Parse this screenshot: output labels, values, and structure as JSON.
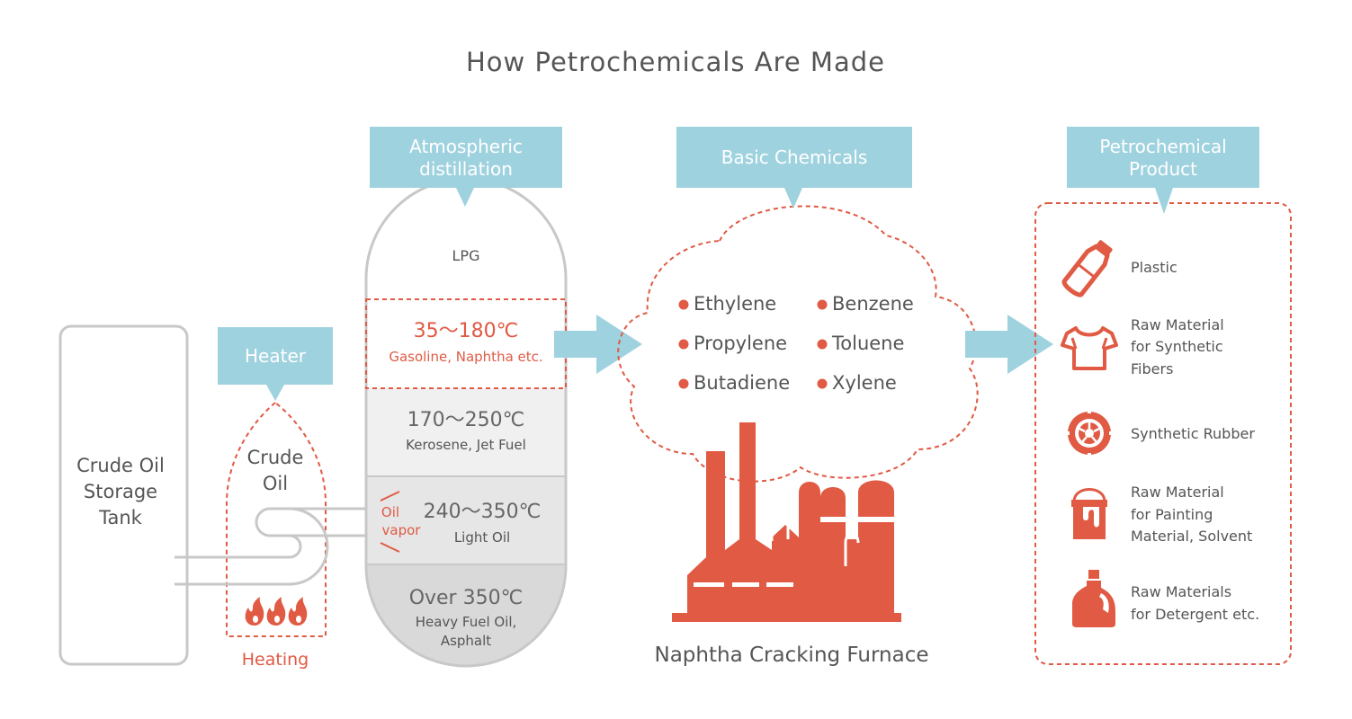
{
  "title": "How Petrochemicals Are Made",
  "colors": {
    "accent": "#e05a44",
    "label_box": "#9fd2df",
    "outline": "#c8c8c8",
    "text": "#555555",
    "band_light": "#f0f0f0",
    "band_mid": "#e6e6e6",
    "band_dark": "#d9d9d9"
  },
  "storage_tank": {
    "line1": "Crude Oil",
    "line2": "Storage",
    "line3": "Tank"
  },
  "heater": {
    "label": "Heater",
    "content_line1": "Crude",
    "content_line2": "Oil",
    "heating": "Heating"
  },
  "distillation": {
    "label_line1": "Atmospheric",
    "label_line2": "distillation",
    "lpg": "LPG",
    "fraction1": {
      "temp": "35～180℃",
      "name": "Gasoline, Naphtha etc."
    },
    "fraction2": {
      "temp": "170～250℃",
      "name": "Kerosene, Jet Fuel"
    },
    "fraction3": {
      "temp": "240～350℃",
      "name": "Light Oil"
    },
    "fraction4": {
      "temp": "Over 350℃",
      "name_line1": "Heavy Fuel Oil,",
      "name_line2": "Asphalt"
    },
    "oil_vapor_line1": "Oil",
    "oil_vapor_line2": "vapor"
  },
  "basic_chemicals": {
    "label": "Basic Chemicals",
    "items": [
      "Ethylene",
      "Benzene",
      "Propylene",
      "Toluene",
      "Butadiene",
      "Xylene"
    ],
    "furnace_label": "Naphtha Cracking Furnace"
  },
  "products": {
    "label_line1": "Petrochemical",
    "label_line2": "Product",
    "items": [
      {
        "icon": "plastic-bottle-icon",
        "line1": "Plastic",
        "line2": "",
        "line3": ""
      },
      {
        "icon": "tshirt-icon",
        "line1": "Raw Material",
        "line2": "for Synthetic",
        "line3": "Fibers"
      },
      {
        "icon": "tire-icon",
        "line1": "Synthetic Rubber",
        "line2": "",
        "line3": ""
      },
      {
        "icon": "paint-bucket-icon",
        "line1": "Raw Material",
        "line2": "for Painting",
        "line3": "Material, Solvent"
      },
      {
        "icon": "detergent-bottle-icon",
        "line1": "Raw Materials",
        "line2": "for Detergent etc.",
        "line3": ""
      }
    ]
  }
}
